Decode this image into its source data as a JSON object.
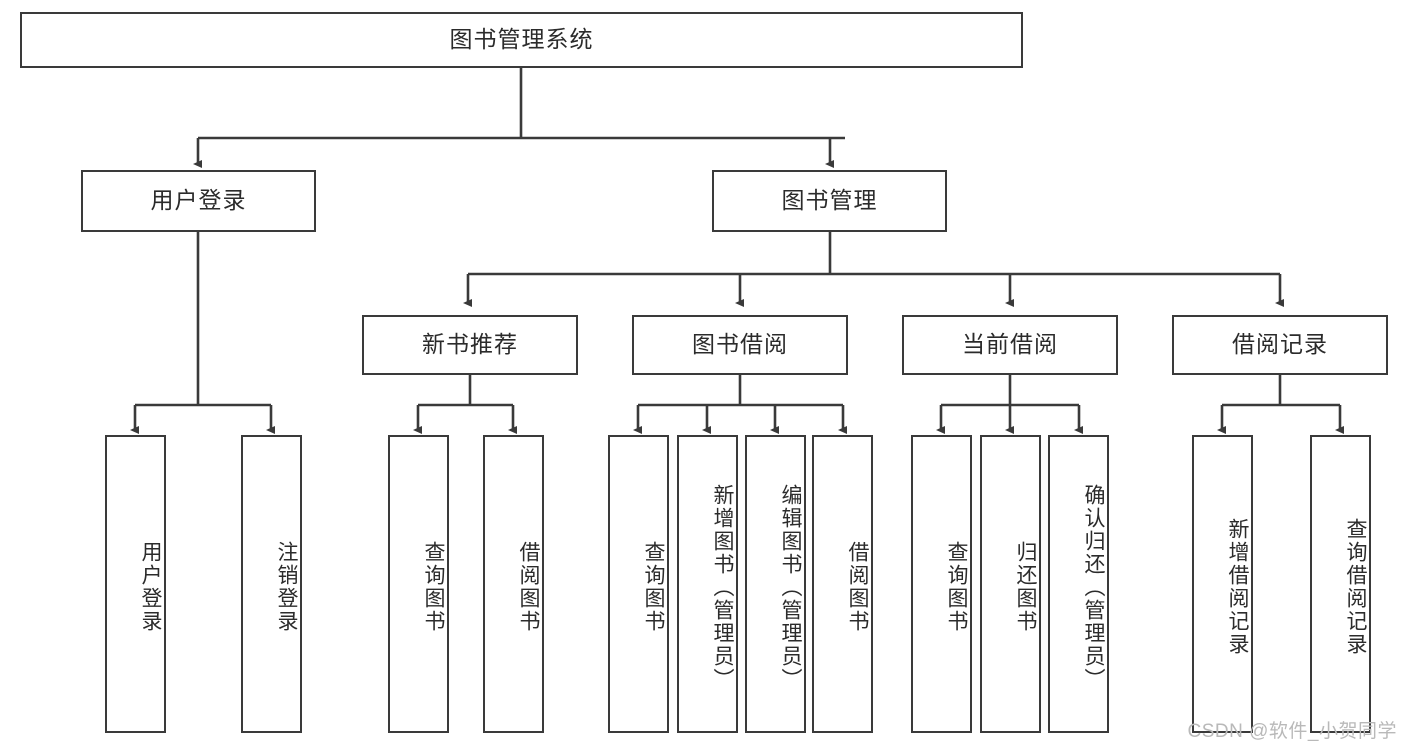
{
  "diagram": {
    "title": "图书管理系统",
    "type": "tree-hierarchy-chart",
    "root": {
      "id": "root",
      "label": "图书管理系统"
    },
    "level2": [
      {
        "id": "user-login",
        "label": "用户登录"
      },
      {
        "id": "book-management",
        "label": "图书管理"
      }
    ],
    "level3": [
      {
        "id": "new-book-recommend",
        "label": "新书推荐"
      },
      {
        "id": "book-borrow",
        "label": "图书借阅"
      },
      {
        "id": "current-borrow",
        "label": "当前借阅"
      },
      {
        "id": "borrow-record",
        "label": "借阅记录"
      }
    ],
    "leaves": [
      {
        "id": "leaf-user-login",
        "label": "用户登录",
        "parent": "user-login"
      },
      {
        "id": "leaf-user-logout",
        "label": "注销登录",
        "parent": "user-login"
      },
      {
        "id": "leaf-query-book-1",
        "label": "查询图书",
        "parent": "new-book-recommend"
      },
      {
        "id": "leaf-borrow-book-1",
        "label": "借阅图书",
        "parent": "new-book-recommend"
      },
      {
        "id": "leaf-query-book-2",
        "label": "查询图书",
        "parent": "book-borrow"
      },
      {
        "id": "leaf-add-book",
        "label": "新增图书（管理员）",
        "parent": "book-borrow"
      },
      {
        "id": "leaf-edit-book",
        "label": "编辑图书（管理员）",
        "parent": "book-borrow"
      },
      {
        "id": "leaf-borrow-book-2",
        "label": "借阅图书",
        "parent": "book-borrow"
      },
      {
        "id": "leaf-query-book-3",
        "label": "查询图书",
        "parent": "current-borrow"
      },
      {
        "id": "leaf-return-book",
        "label": "归还图书",
        "parent": "current-borrow"
      },
      {
        "id": "leaf-confirm-return",
        "label": "确认归还（管理员）",
        "parent": "current-borrow"
      },
      {
        "id": "leaf-add-record",
        "label": "新增借阅记录",
        "parent": "borrow-record"
      },
      {
        "id": "leaf-query-record",
        "label": "查询借阅记录",
        "parent": "borrow-record"
      }
    ]
  },
  "watermark": {
    "text": "CSDN @软件_小贺同学"
  },
  "colors": {
    "border": "#3a3a3a",
    "text": "#2b2b2b",
    "background": "#ffffff",
    "watermark": "#b9b9b9"
  }
}
